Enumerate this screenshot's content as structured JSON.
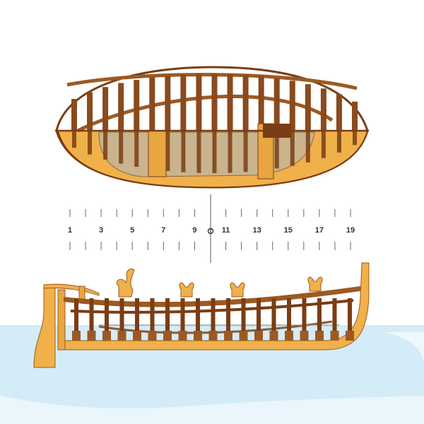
{
  "diagram": {
    "stations": [
      1,
      2,
      3,
      4,
      5,
      6,
      7,
      8,
      9,
      10,
      11,
      12,
      13,
      14,
      15,
      16,
      17,
      18,
      19
    ],
    "station_labels": [
      "1",
      "3",
      "5",
      "7",
      "9",
      "11",
      "13",
      "15",
      "17",
      "19"
    ],
    "midship_station": 10,
    "midship_symbol": "midship-circle-icon"
  },
  "colors": {
    "hull_light": "#f0b04a",
    "hull_mid": "#d9952e",
    "frame_dark": "#7a3d14",
    "frame_mid": "#9c5a22",
    "hold_floor": "#c9b48e",
    "water": "#d4ecf7",
    "line": "#555555"
  }
}
